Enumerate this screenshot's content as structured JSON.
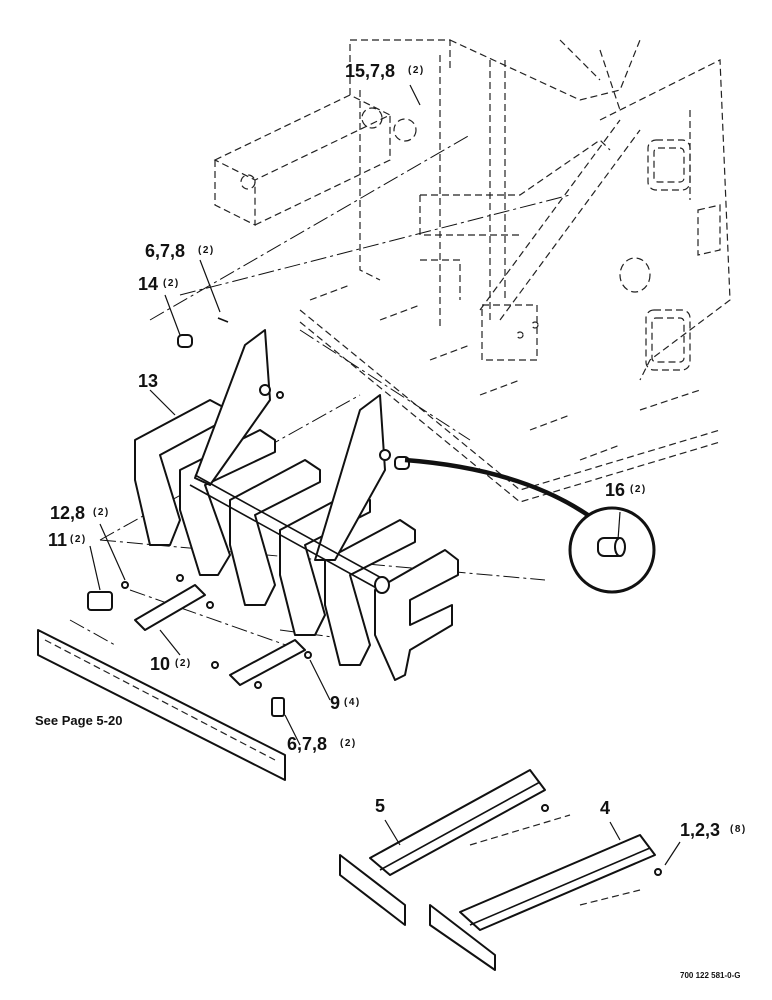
{
  "callouts": [
    {
      "id": "c15",
      "label": "15,7,8",
      "qty": "(2)"
    },
    {
      "id": "c6a",
      "label": "6,7,8",
      "qty": "(2)"
    },
    {
      "id": "c14",
      "label": "14",
      "qty": "(2)"
    },
    {
      "id": "c13",
      "label": "13",
      "qty": ""
    },
    {
      "id": "c16",
      "label": "16",
      "qty": "(2)"
    },
    {
      "id": "c12",
      "label": "12,8",
      "qty": "(2)"
    },
    {
      "id": "c11",
      "label": "11",
      "qty": "(2)"
    },
    {
      "id": "c10",
      "label": "10",
      "qty": "(2)"
    },
    {
      "id": "c9",
      "label": "9",
      "qty": "(4)"
    },
    {
      "id": "c6b",
      "label": "6,7,8",
      "qty": "(2)"
    },
    {
      "id": "c5",
      "label": "5",
      "qty": ""
    },
    {
      "id": "c4",
      "label": "4",
      "qty": ""
    },
    {
      "id": "c123",
      "label": "1,2,3",
      "qty": "(8)"
    }
  ],
  "reference_note": "See Page 5-20",
  "drawing_number": "700 122 581-0-G"
}
